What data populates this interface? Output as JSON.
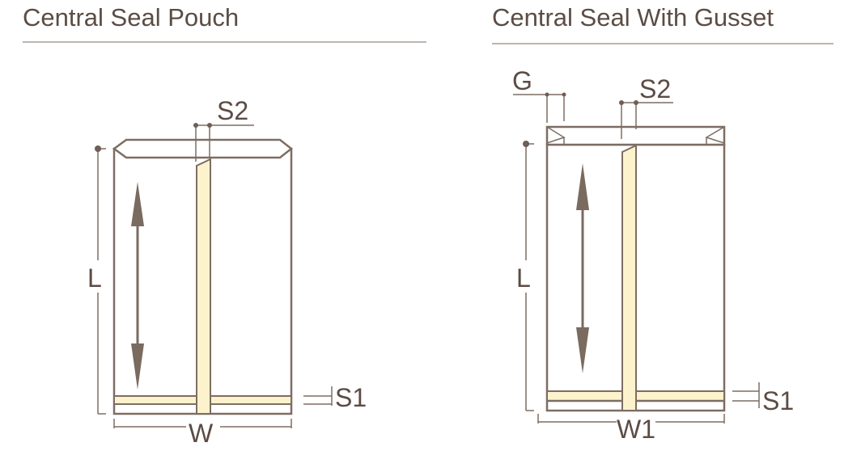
{
  "left": {
    "title": "Central Seal Pouch",
    "labels": {
      "seal_width": "S2",
      "length": "L",
      "bottom_seal": "S1",
      "width": "W"
    }
  },
  "right": {
    "title": "Central Seal With Gusset",
    "labels": {
      "gusset": "G",
      "seal_width": "S2",
      "length": "L",
      "bottom_seal": "S1",
      "width": "W1"
    }
  },
  "colors": {
    "line": "#7d6d63",
    "seal": "#fcf3cc",
    "text": "#5b4c44"
  }
}
